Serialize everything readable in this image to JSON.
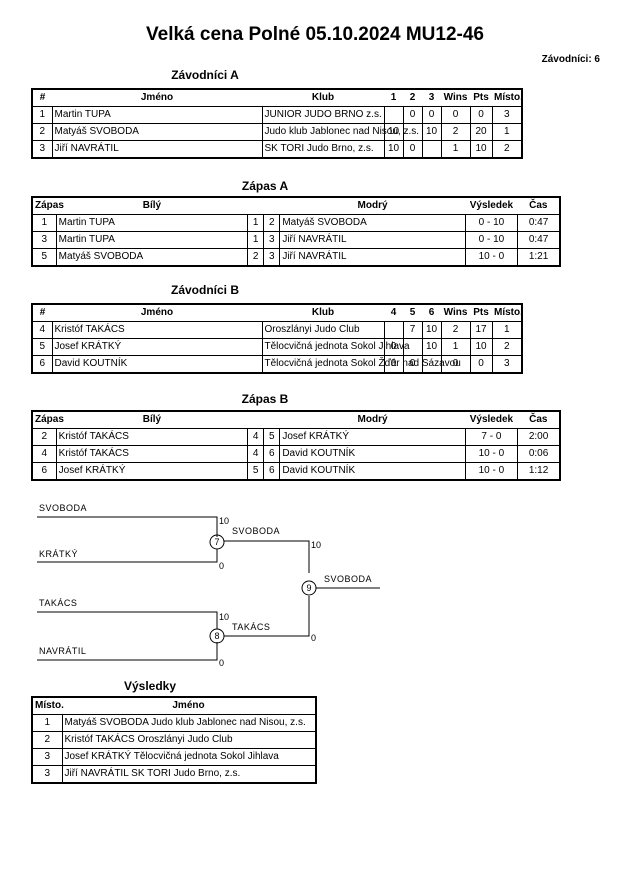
{
  "title": "Velká cena Polné 05.10.2024 MU12-46",
  "competitor_count": "Závodníci: 6",
  "group_a": {
    "heading": "Závodníci A",
    "headers": [
      "#",
      "Jméno",
      "Klub",
      "1",
      "2",
      "3",
      "Wins",
      "Pts",
      "Místo."
    ],
    "rows": [
      [
        "1",
        "Martin TUPA",
        "JUNIOR JUDO BRNO z.s.",
        "",
        "0",
        "0",
        "0",
        "0",
        "3"
      ],
      [
        "2",
        "Matyáš SVOBODA",
        "Judo klub Jablonec nad Nisou, z.s.",
        "10",
        "",
        "10",
        "2",
        "20",
        "1"
      ],
      [
        "3",
        "Jiří NAVRÁTIL",
        "SK TORI Judo Brno, z.s.",
        "10",
        "0",
        "",
        "1",
        "10",
        "2"
      ]
    ]
  },
  "match_a": {
    "heading": "Zápas A",
    "headers": [
      "Zápas",
      "Bílý",
      "",
      "",
      "Modrý",
      "Výsledek",
      "Čas"
    ],
    "rows": [
      [
        "1",
        "Martin TUPA",
        "1",
        "2",
        "Matyáš SVOBODA",
        "0 - 10",
        "0:47"
      ],
      [
        "3",
        "Martin TUPA",
        "1",
        "3",
        "Jiří NAVRÁTIL",
        "0 - 10",
        "0:47"
      ],
      [
        "5",
        "Matyáš SVOBODA",
        "2",
        "3",
        "Jiří NAVRÁTIL",
        "10 - 0",
        "1:21"
      ]
    ]
  },
  "group_b": {
    "heading": "Závodníci B",
    "headers": [
      "#",
      "Jméno",
      "Klub",
      "4",
      "5",
      "6",
      "Wins",
      "Pts",
      "Místo."
    ],
    "rows": [
      [
        "4",
        "Kristóf TAKÁCS",
        "Oroszlányi Judo Club",
        "",
        "7",
        "10",
        "2",
        "17",
        "1"
      ],
      [
        "5",
        "Josef KRÁTKÝ",
        "Tělocvičná jednota Sokol Jihlava",
        "0",
        "",
        "10",
        "1",
        "10",
        "2"
      ],
      [
        "6",
        "David KOUTNÍK",
        "Tělocvičná jednota Sokol Žďár nad Sázavou",
        "0",
        "0",
        "",
        "0",
        "0",
        "3"
      ]
    ]
  },
  "match_b": {
    "heading": "Zápas B",
    "headers": [
      "Zápas",
      "Bílý",
      "",
      "",
      "Modrý",
      "Výsledek",
      "Čas"
    ],
    "rows": [
      [
        "2",
        "Kristóf TAKÁCS",
        "4",
        "5",
        "Josef KRÁTKÝ",
        "7 - 0",
        "2:00"
      ],
      [
        "4",
        "Kristóf TAKÁCS",
        "4",
        "6",
        "David KOUTNÍK",
        "10 - 0",
        "0:06"
      ],
      [
        "6",
        "Josef KRÁTKÝ",
        "5",
        "6",
        "David KOUTNÍK",
        "10 - 0",
        "1:12"
      ]
    ]
  },
  "bracket": {
    "semi1": {
      "top": "SVOBODA",
      "bottom": "KRÁTKÝ",
      "top_score": "10",
      "bottom_score": "0",
      "match_no": "7",
      "winner": "SVOBODA"
    },
    "semi2": {
      "top": "TAKÁCS",
      "bottom": "NAVRÁTIL",
      "top_score": "10",
      "bottom_score": "0",
      "match_no": "8",
      "winner": "TAKÁCS"
    },
    "final": {
      "top_score": "10",
      "bottom_score": "0",
      "match_no": "9",
      "winner": "SVOBODA"
    }
  },
  "results": {
    "heading": "Výsledky",
    "headers": [
      "Místo.",
      "Jméno"
    ],
    "rows": [
      [
        "1",
        "Matyáš SVOBODA Judo klub Jablonec nad Nisou, z.s."
      ],
      [
        "2",
        "Kristóf TAKÁCS Oroszlányi Judo Club"
      ],
      [
        "3",
        "Josef KRÁTKÝ Tělocvičná jednota Sokol Jihlava"
      ],
      [
        "3",
        "Jiří NAVRÁTIL SK TORI Judo Brno, z.s."
      ]
    ]
  }
}
